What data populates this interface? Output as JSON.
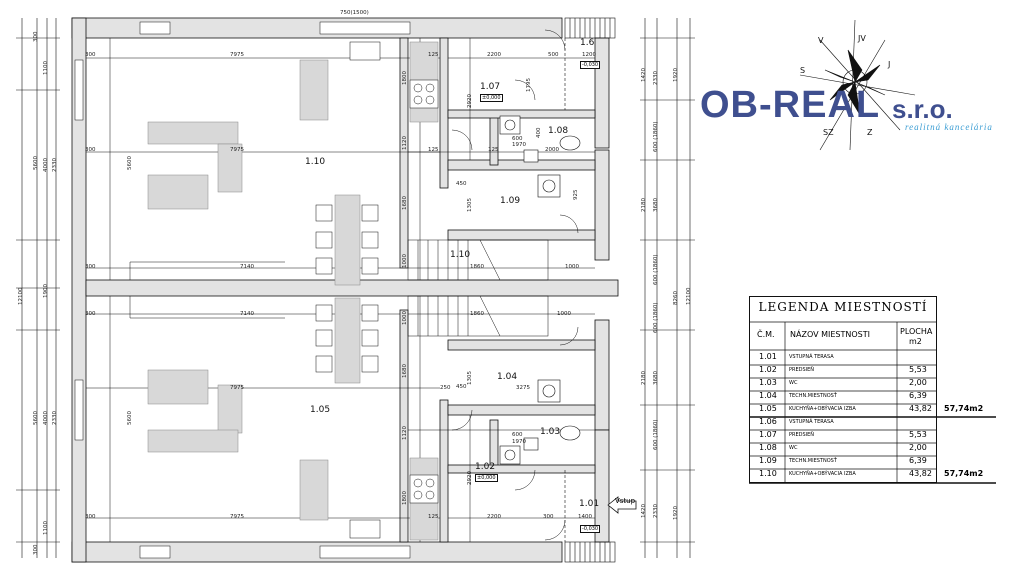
{
  "rooms": {
    "r101": "1.01",
    "r102": "1.02",
    "r103": "1.03",
    "r104": "1.04",
    "r105": "1.05",
    "r106": "1.6",
    "r107": "1.07",
    "r108": "1.08",
    "r109": "1.09",
    "r110": "1.10",
    "r110b": "1.10"
  },
  "levels": {
    "l1": "±0,000",
    "l2": "-0,030",
    "l3": "±0,000",
    "l4": "-0,030"
  },
  "entry": "Vstup",
  "dims": {
    "d300": "300",
    "d7975": "7975",
    "d125": "125",
    "d2200": "2200",
    "d500": "500",
    "d1200": "1200",
    "d7140": "7140",
    "d1000": "1000",
    "d450": "450",
    "d1305": "1305",
    "d600": "600",
    "d2000": "2000",
    "d1970": "1970",
    "d1400": "1400",
    "d3275": "3275",
    "d250": "250",
    "d1800": "1800",
    "d2920": "2920",
    "d1120": "1120",
    "d1680": "1680",
    "d5600": "5600",
    "d4000": "4000",
    "d2330": "2330",
    "d1100": "1100",
    "d1900": "1900",
    "d12100": "12100",
    "d1420": "1420",
    "d1920": "1920",
    "d2180": "2180",
    "d3680": "3680",
    "d8260": "8260",
    "d1795": "1795",
    "d1860": "1860",
    "d400": "400",
    "d925": "925",
    "d600_1860": "600 (1860)",
    "d750": "750(1500)"
  },
  "logo": {
    "brand": "OB-REAL",
    "suffix": "s.r.o.",
    "tagline": "realitná kancelária",
    "compass": {
      "v": "V",
      "jv": "JV",
      "j": "J",
      "sz": "SZ",
      "z": "Z",
      "s": "S"
    }
  },
  "legend": {
    "title": "LEGENDA MIESTNOSTÍ",
    "col_no": "Č.M.",
    "col_name": "NÁZOV MIESTNOSTI",
    "col_area": "PLOCHA",
    "col_unit": "m2",
    "rows": [
      {
        "no": "1.01",
        "name": "VSTUPNÁ TERASA",
        "area": "",
        "total": ""
      },
      {
        "no": "1.02",
        "name": "PREDSIEŇ",
        "area": "5,53",
        "total": ""
      },
      {
        "no": "1.03",
        "name": "WC",
        "area": "2,00",
        "total": ""
      },
      {
        "no": "1.04",
        "name": "TECHN.MIESTNOSŤ",
        "area": "6,39",
        "total": ""
      },
      {
        "no": "1.05",
        "name": "KUCHYŇA+OBÝVACIA IZBA",
        "area": "43,82",
        "total": "57,74m2"
      },
      {
        "no": "1.06",
        "name": "VSTUPNÁ TERASA",
        "area": "",
        "total": ""
      },
      {
        "no": "1.07",
        "name": "PREDSIEŇ",
        "area": "5,53",
        "total": ""
      },
      {
        "no": "1.08",
        "name": "WC",
        "area": "2,00",
        "total": ""
      },
      {
        "no": "1.09",
        "name": "TECHN.MIESTNOSŤ",
        "area": "6,39",
        "total": ""
      },
      {
        "no": "1.10",
        "name": "KUCHYŇA+OBÝVACIA IZBA",
        "area": "43,82",
        "total": "57,74m2"
      }
    ]
  },
  "colors": {
    "wall": "#e3e3e3",
    "line": "#111111",
    "brand": "#3f4f8f",
    "brand_light": "#3b9dd3",
    "furniture": "#d0d0d0"
  }
}
